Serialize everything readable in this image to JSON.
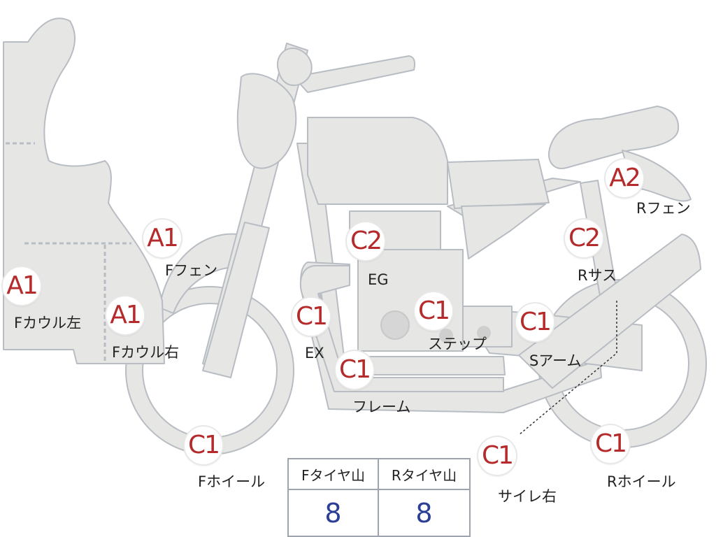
{
  "parts": [
    {
      "id": "a1-fcowl-left",
      "grade": "A1",
      "label": "Fカウル左"
    },
    {
      "id": "a1-fcowl-right",
      "grade": "A1",
      "label": "Fカウル右"
    },
    {
      "id": "a1-ffender",
      "grade": "A1",
      "label": "Fフェン"
    },
    {
      "id": "c2-engine",
      "grade": "C2",
      "label": "EG"
    },
    {
      "id": "c1-exhaust",
      "grade": "C1",
      "label": "EX"
    },
    {
      "id": "c1-step",
      "grade": "C1",
      "label": "ステップ"
    },
    {
      "id": "c1-frame",
      "grade": "C1",
      "label": "フレーム"
    },
    {
      "id": "c1-fwheel",
      "grade": "C1",
      "label": "Fホイール"
    },
    {
      "id": "a2-rfender",
      "grade": "A2",
      "label": "Rフェン"
    },
    {
      "id": "c2-rsus",
      "grade": "C2",
      "label": "Rサス"
    },
    {
      "id": "c1-swingarm",
      "grade": "C1",
      "label": "Sアーム"
    },
    {
      "id": "c1-silencer",
      "grade": "C1",
      "label": "サイレ右"
    },
    {
      "id": "c1-rwheel",
      "grade": "C1",
      "label": "Rホイール"
    }
  ],
  "tire_tread": {
    "front_header": "Fタイヤ山",
    "rear_header": "Rタイヤ山",
    "front_value": "8",
    "rear_value": "8"
  },
  "colors": {
    "grade_text": "#b52a2a",
    "tread_value_text": "#2a3f95",
    "bike_fill": "#e6e6e4",
    "outline": "#b8bdc4"
  }
}
